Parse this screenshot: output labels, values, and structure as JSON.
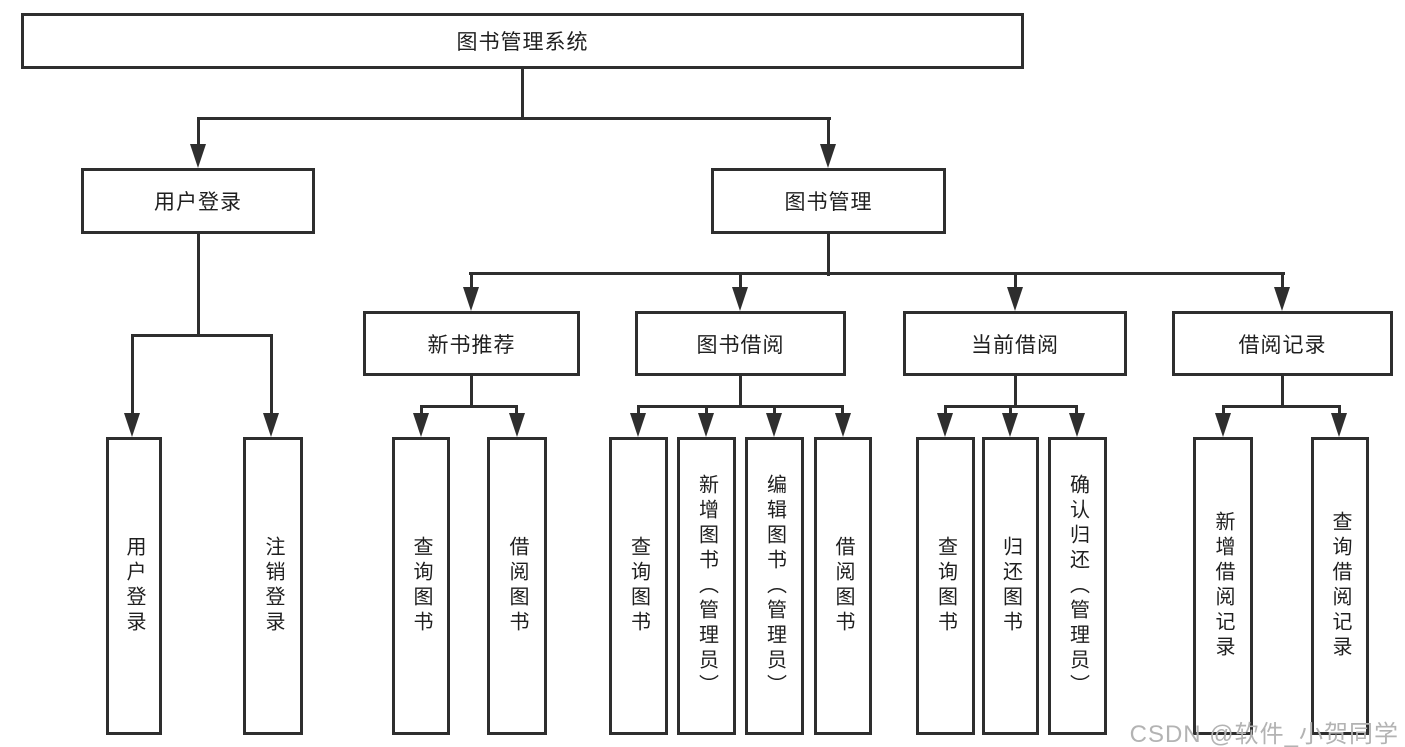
{
  "diagram": {
    "type": "tree-diagram",
    "title": "图书管理系统",
    "nodes": {
      "system": "图书管理系统",
      "user_login": "用户登录",
      "book_management": "图书管理",
      "new_book_recommend": "新书推荐",
      "book_borrow": "图书借阅",
      "current_borrow": "当前借阅",
      "borrow_record": "借阅记录",
      "leaf_user_login": "用户登录",
      "leaf_logout_login": "注销登录",
      "leaf_query_book_recommend": "查询图书",
      "leaf_borrow_book_recommend": "借阅图书",
      "leaf_query_book_borrow": "查询图书",
      "leaf_add_book_admin": "新增图书（管理员）",
      "leaf_edit_book_admin": "编辑图书（管理员）",
      "leaf_borrow_book_borrow": "借阅图书",
      "leaf_query_book_current": "查询图书",
      "leaf_return_book": "归还图书",
      "leaf_confirm_return_admin": "确认归还（管理员）",
      "leaf_add_borrow_record": "新增借阅记录",
      "leaf_query_borrow_record": "查询借阅记录"
    },
    "hierarchy": {
      "图书管理系统": {
        "用户登录": [
          "用户登录",
          "注销登录"
        ],
        "图书管理": {
          "新书推荐": [
            "查询图书",
            "借阅图书"
          ],
          "图书借阅": [
            "查询图书",
            "新增图书（管理员）",
            "编辑图书（管理员）",
            "借阅图书"
          ],
          "当前借阅": [
            "查询图书",
            "归还图书",
            "确认归还（管理员）"
          ],
          "借阅记录": [
            "新增借阅记录",
            "查询借阅记录"
          ]
        }
      }
    },
    "watermark": "CSDN @软件_小贺同学",
    "colors": {
      "line": "#2e2e2e",
      "text": "#1f1f1f",
      "watermark": "#b3b3b3",
      "background": "#ffffff"
    }
  }
}
